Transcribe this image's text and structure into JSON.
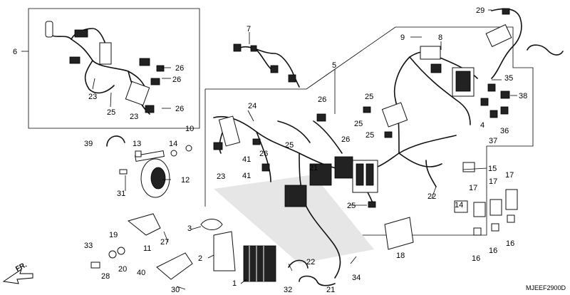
{
  "diagram": {
    "code": "MJEEF2900D",
    "direction": "FR."
  },
  "callouts": [
    {
      "id": "c29",
      "text": "29"
    },
    {
      "id": "c7",
      "text": "7"
    },
    {
      "id": "c9",
      "text": "9"
    },
    {
      "id": "c8",
      "text": "8"
    },
    {
      "id": "c6",
      "text": "6"
    },
    {
      "id": "c26a",
      "text": "26"
    },
    {
      "id": "c26b",
      "text": "26"
    },
    {
      "id": "c26c",
      "text": "26"
    },
    {
      "id": "c23a",
      "text": "23"
    },
    {
      "id": "c25a",
      "text": "25"
    },
    {
      "id": "c23b",
      "text": "23"
    },
    {
      "id": "c5",
      "text": "5"
    },
    {
      "id": "c26d",
      "text": "26"
    },
    {
      "id": "c25b",
      "text": "25"
    },
    {
      "id": "c25c",
      "text": "25"
    },
    {
      "id": "c24",
      "text": "24"
    },
    {
      "id": "c35",
      "text": "35"
    },
    {
      "id": "c38",
      "text": "38"
    },
    {
      "id": "c4",
      "text": "4"
    },
    {
      "id": "c36",
      "text": "36"
    },
    {
      "id": "c37",
      "text": "37"
    },
    {
      "id": "c26e",
      "text": "26"
    },
    {
      "id": "c25d",
      "text": "25"
    },
    {
      "id": "c25e",
      "text": "25"
    },
    {
      "id": "c39",
      "text": "39"
    },
    {
      "id": "c13",
      "text": "13"
    },
    {
      "id": "c10",
      "text": "10"
    },
    {
      "id": "c14a",
      "text": "14"
    },
    {
      "id": "c41a",
      "text": "41"
    },
    {
      "id": "c41b",
      "text": "41"
    },
    {
      "id": "c23c",
      "text": "23"
    },
    {
      "id": "c26f",
      "text": "26"
    },
    {
      "id": "c12",
      "text": "12"
    },
    {
      "id": "c31",
      "text": "31"
    },
    {
      "id": "c15",
      "text": "15"
    },
    {
      "id": "c17a",
      "text": "17"
    },
    {
      "id": "c17b",
      "text": "17"
    },
    {
      "id": "c17c",
      "text": "17"
    },
    {
      "id": "c22a",
      "text": "22"
    },
    {
      "id": "c14b",
      "text": "14"
    },
    {
      "id": "c25f",
      "text": "25"
    },
    {
      "id": "c3",
      "text": "3"
    },
    {
      "id": "c11",
      "text": "11"
    },
    {
      "id": "c27",
      "text": "27"
    },
    {
      "id": "c19",
      "text": "19"
    },
    {
      "id": "c33",
      "text": "33"
    },
    {
      "id": "c18",
      "text": "18"
    },
    {
      "id": "c16a",
      "text": "16"
    },
    {
      "id": "c16b",
      "text": "16"
    },
    {
      "id": "c16c",
      "text": "16"
    },
    {
      "id": "c2",
      "text": "2"
    },
    {
      "id": "c22b",
      "text": "22"
    },
    {
      "id": "c34",
      "text": "34"
    },
    {
      "id": "c1",
      "text": "1"
    },
    {
      "id": "c28",
      "text": "28"
    },
    {
      "id": "c20",
      "text": "20"
    },
    {
      "id": "c40",
      "text": "40"
    },
    {
      "id": "c30",
      "text": "30"
    },
    {
      "id": "c32",
      "text": "32"
    },
    {
      "id": "c21",
      "text": "21"
    },
    {
      "id": "c21b",
      "text": "21"
    }
  ]
}
